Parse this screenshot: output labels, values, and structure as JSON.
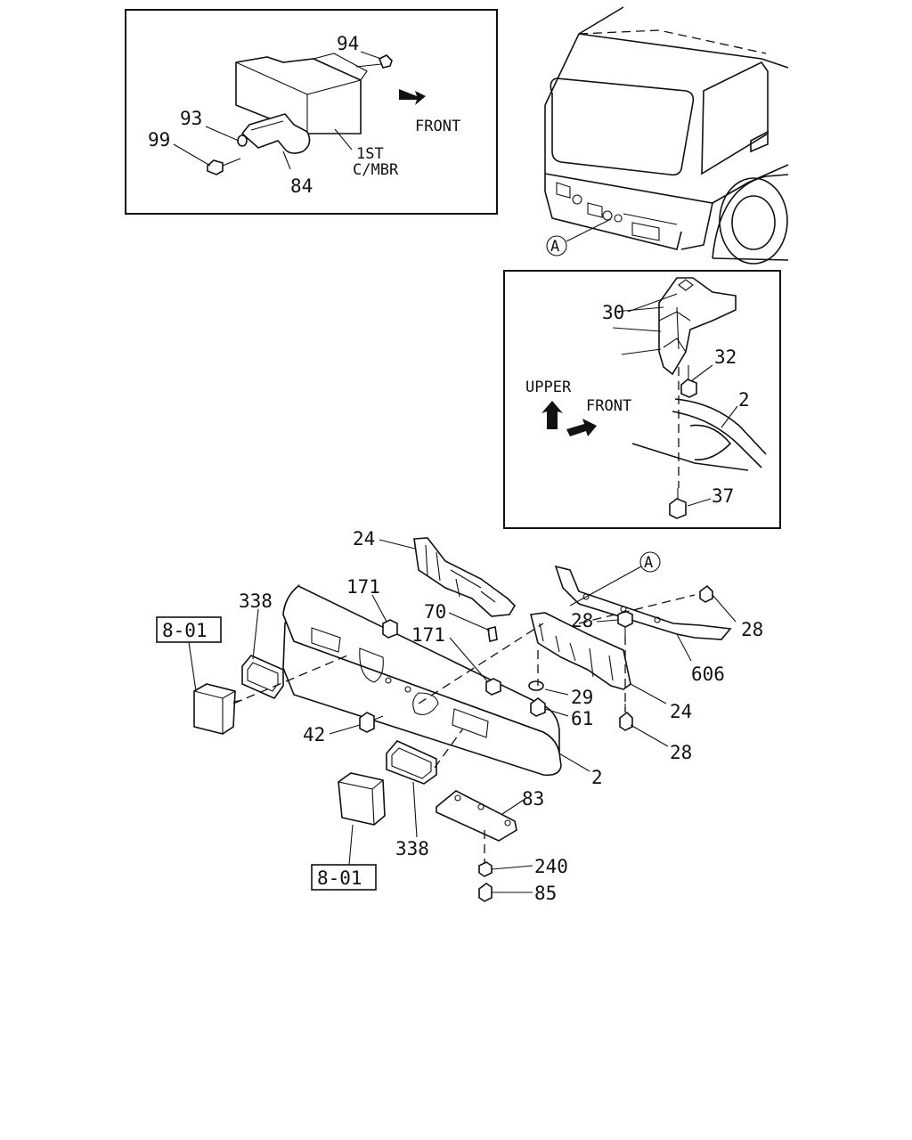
{
  "detail_top": {
    "labels": {
      "p94": "94",
      "p93": "93",
      "p99": "99",
      "p84": "84",
      "front": "FRONT",
      "member_1": "1ST",
      "member_2": "C/MBR"
    }
  },
  "truck_view": {
    "ref": "A"
  },
  "detail_right": {
    "labels": {
      "p30": "30",
      "p32": "32",
      "p2": "2",
      "p37": "37",
      "upper": "UPPER",
      "front": "FRONT"
    }
  },
  "main": {
    "labels": {
      "p24a": "24",
      "p171a": "171",
      "p338a": "338",
      "ref801a": "8-01",
      "p70": "70",
      "p171b": "171",
      "ref_a": "A",
      "p28a": "28",
      "p28b": "28",
      "p29": "29",
      "p61": "61",
      "p24b": "24",
      "p606": "606",
      "p28c": "28",
      "p42": "42",
      "p2": "2",
      "p83": "83",
      "p338b": "338",
      "ref801b": "8-01",
      "p240": "240",
      "p85": "85"
    }
  }
}
